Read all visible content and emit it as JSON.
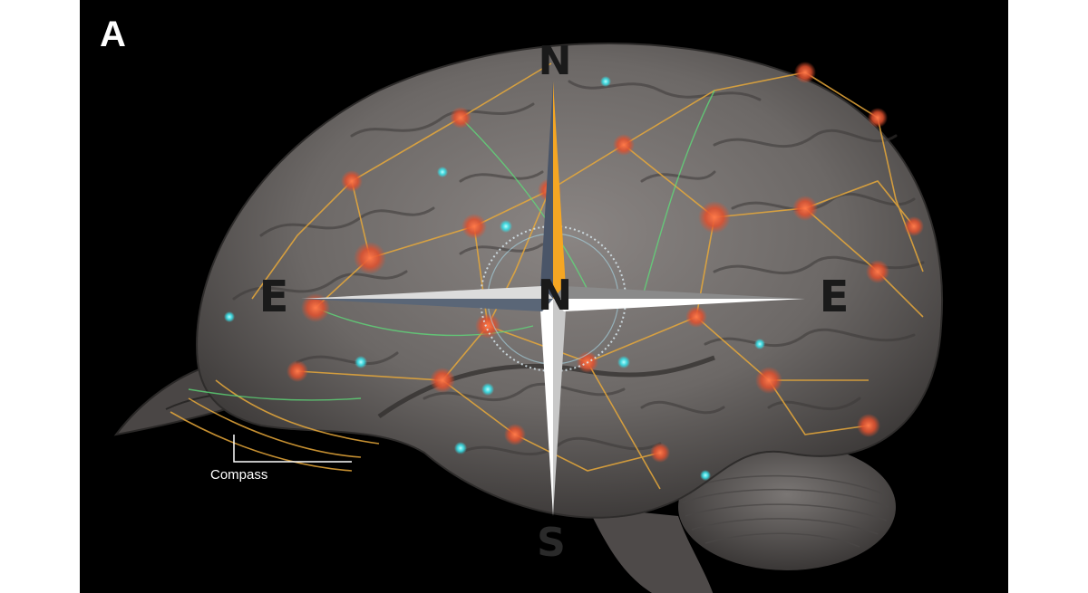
{
  "panel": {
    "label": "A",
    "background": "#000000"
  },
  "compass": {
    "north_top": "N",
    "north_center": "N",
    "east_left": "E",
    "east_right": "E",
    "south": "S",
    "needle_accent": "#f5a623"
  },
  "callout": {
    "label": "Compass"
  },
  "colors": {
    "brain": "#6e6a68",
    "neuron_network": "#e8a93a",
    "neuron_body": "#e35a3a",
    "glial_points": "#37e0e8"
  }
}
